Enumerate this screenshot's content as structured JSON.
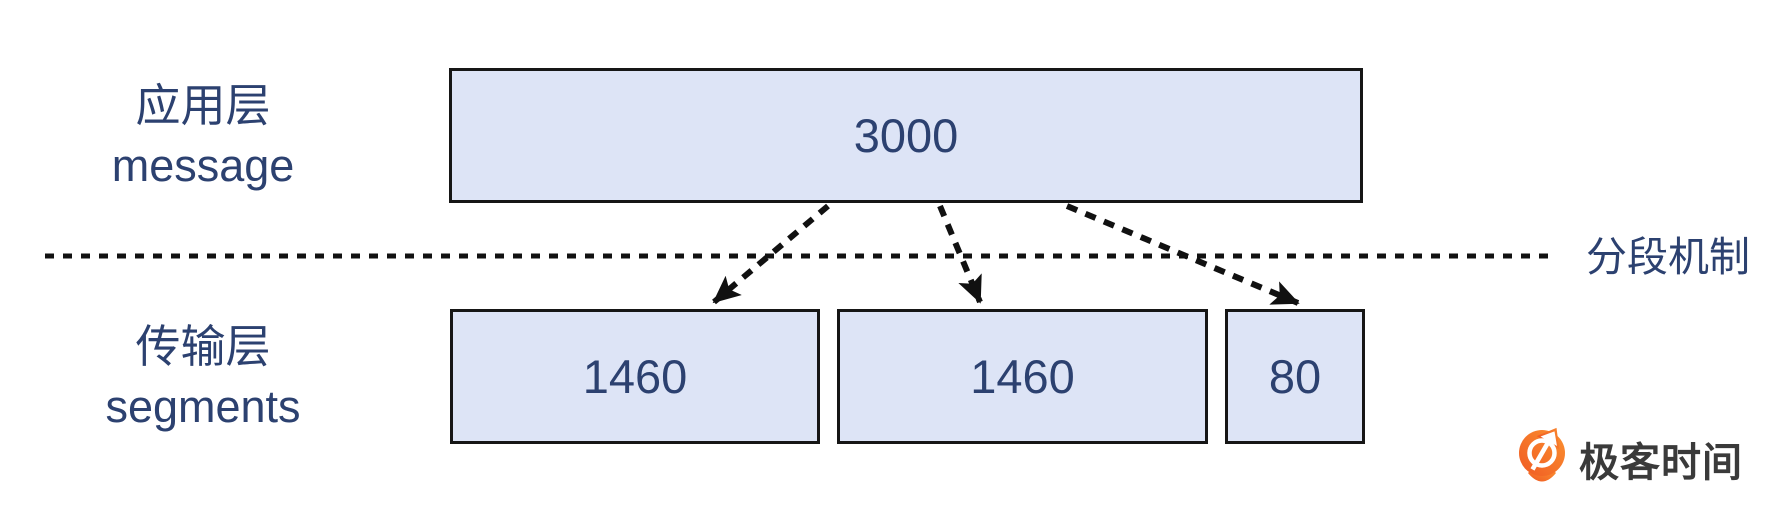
{
  "diagram": {
    "application_layer": {
      "label_cn": "应用层",
      "label_en": "message",
      "message_box": {
        "value": "3000"
      }
    },
    "separator": {
      "label": "分段机制"
    },
    "transport_layer": {
      "label_cn": "传输层",
      "label_en": "segments",
      "segments": [
        {
          "value": "1460"
        },
        {
          "value": "1460"
        },
        {
          "value": "80"
        }
      ]
    }
  },
  "branding": {
    "logo_text": "极客时间"
  },
  "colors": {
    "box_fill": "#dde4f6",
    "box_border": "#161616",
    "navy_text": "#2c4170",
    "line_color": "#111111",
    "logo_orange": "#f05a23",
    "logo_orange_light": "#fb9130",
    "logo_text_color": "#3a3a3a",
    "background": "#ffffff"
  }
}
